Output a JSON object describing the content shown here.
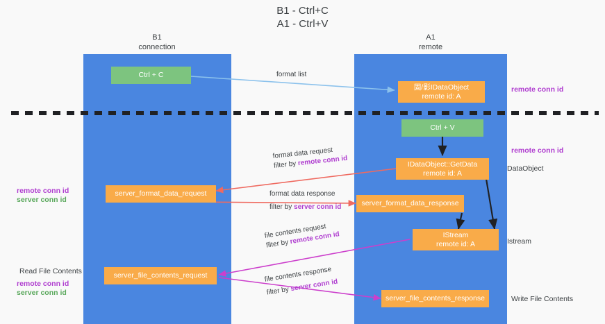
{
  "title": {
    "line1": "B1 - Ctrl+C",
    "line2": "A1 - Ctrl+V"
  },
  "columns": {
    "left": {
      "name": "B1",
      "role": "connection"
    },
    "right": {
      "name": "A1",
      "role": "remote"
    }
  },
  "nodes": {
    "ctrl_c": {
      "line1": "Ctrl + C",
      "line2": ""
    },
    "idataobject_remote": {
      "line1": "固/影IDataObject",
      "line2": "remote id: A"
    },
    "ctrl_v": {
      "line1": "Ctrl + V",
      "line2": ""
    },
    "getdata": {
      "line1": "IDataObject::GetData",
      "line2": "remote id: A"
    },
    "server_format_data_request": {
      "line1": "server_format_data_request",
      "line2": ""
    },
    "server_format_data_response": {
      "line1": "server_format_data_response",
      "line2": ""
    },
    "istream": {
      "line1": "IStream",
      "line2": "remote id: A"
    },
    "server_file_contents_request": {
      "line1": "server_file_contents_request",
      "line2": ""
    },
    "server_file_contents_response": {
      "line1": "server_file_contents_response",
      "line2": ""
    }
  },
  "edges": {
    "format_list": {
      "text": "format list"
    },
    "format_data_request": {
      "text": "format data request",
      "filter_prefix": "filter by ",
      "filter_key": "remote conn id"
    },
    "format_data_response": {
      "text": "format data response",
      "filter_prefix": "filter by ",
      "filter_key": "server conn id"
    },
    "file_contents_request": {
      "text": "file contents request",
      "filter_prefix": "filter by ",
      "filter_key": "remote conn id"
    },
    "file_contents_response": {
      "text": "file contents response",
      "filter_prefix": "filter by ",
      "filter_key": "server conn id"
    }
  },
  "annotations": {
    "right_remote_conn_id_top": "remote conn id",
    "right_remote_conn_id_mid": "remote conn id",
    "right_dataobject": "DataObject",
    "right_istream": "Istream",
    "right_write_file_contents": "Write File Contents",
    "left_remote_conn_id_mid": "remote conn id",
    "left_server_conn_id_mid": "server conn id",
    "left_read_file_contents": "Read File Contents",
    "left_remote_conn_id_bottom": "remote conn id",
    "left_server_conn_id_bottom": "server conn id"
  },
  "colors": {
    "lane": "#4a86e0",
    "green_node": "#7dc47f",
    "orange_node": "#f9ab49",
    "purple_text": "#b03fd0",
    "green_text": "#5aa85c",
    "arrow_blue": "#8cc2ec",
    "arrow_red": "#ef6a60",
    "arrow_magenta": "#cc3fcc",
    "arrow_black": "#202124",
    "divider": "#202124",
    "background": "#f9f9f9"
  }
}
